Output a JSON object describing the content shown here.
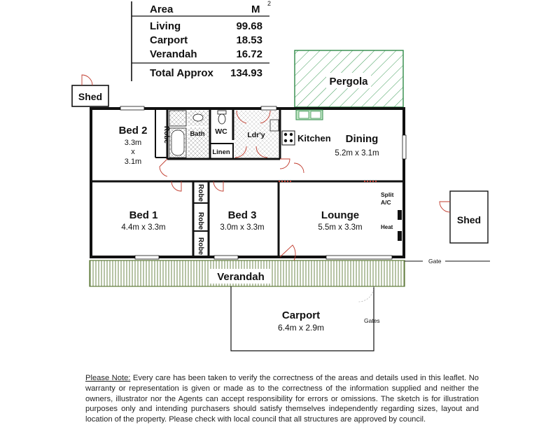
{
  "area_table": {
    "header_label": "Area",
    "header_unit": "M",
    "header_sup": "2",
    "rows": [
      {
        "label": "Living",
        "value": "99.68"
      },
      {
        "label": "Carport",
        "value": "18.53"
      },
      {
        "label": "Verandah",
        "value": "16.72"
      }
    ],
    "total_label": "Total Approx",
    "total_value": "134.93"
  },
  "rooms": {
    "bed2": {
      "name": "Bed 2",
      "dim1": "3.3m",
      "x": "x",
      "dim2": "3.1m"
    },
    "robe_bed2": "Robe",
    "bath": "Bath",
    "wc": "WC",
    "laundry": "Ldr'y",
    "linen": "Linen",
    "kitchen": "Kitchen",
    "dining": {
      "name": "Dining",
      "dims": "5.2m x 3.1m"
    },
    "bed1": {
      "name": "Bed 1",
      "dims": "4.4m x 3.3m"
    },
    "robe_a": "Robe",
    "robe_b": "Robe",
    "robe_c": "Robe",
    "bed3": {
      "name": "Bed 3",
      "dims": "3.0m x 3.3m"
    },
    "lounge": {
      "name": "Lounge",
      "dims": "5.5m x 3.3m"
    },
    "split_ac_1": "Split",
    "split_ac_2": "A/C",
    "heat": "Heat",
    "pergola": "Pergola",
    "shed_left": "Shed",
    "shed_right": "Shed",
    "verandah": "Verandah",
    "carport": {
      "name": "Carport",
      "dims": "6.4m x 2.9m"
    },
    "gate": "Gate",
    "gates": "Gates"
  },
  "note": {
    "heading": "Please Note:",
    "body": " Every care has been taken to verify the correctness of the areas and details used in this leaflet. No warranty or representation is given or made as to the correctness of the information supplied and neither the owners, illustrator nor the Agents can accept responsibility for errors or omissions. The sketch is for illustration purposes only and intending purchasers should satisfy themselves independently regarding sizes, layout and location of the property. Please check with local council that all structures are approved by council."
  }
}
